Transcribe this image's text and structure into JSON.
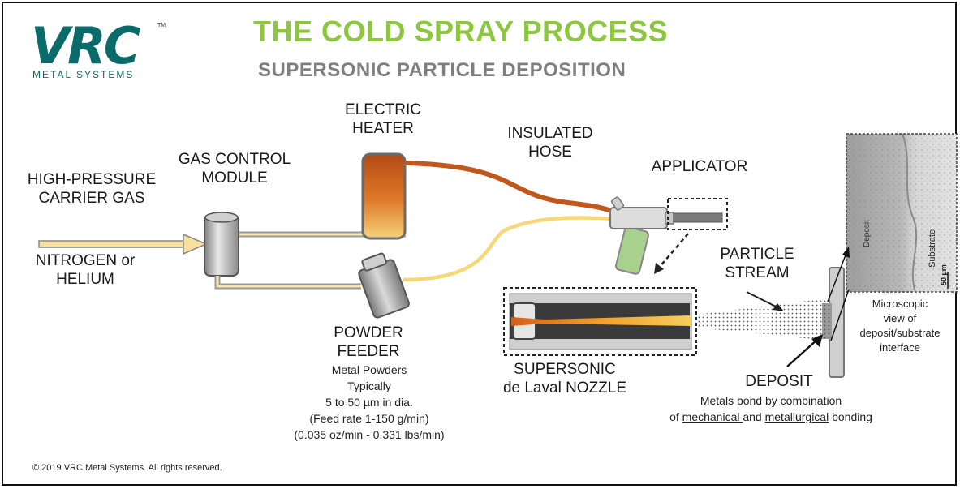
{
  "header": {
    "title": "THE COLD SPRAY PROCESS",
    "subtitle": "SUPERSONIC PARTICLE DEPOSITION"
  },
  "logo": {
    "text": "VRC",
    "trademark": "TM",
    "sub": "METAL SYSTEMS"
  },
  "labels": {
    "high_pressure_line1": "HIGH-PRESSURE",
    "high_pressure_line2": "CARRIER  GAS",
    "nitrogen_line1": "NITROGEN  or",
    "nitrogen_line2": "HELIUM",
    "gas_control_line1": "GAS CONTROL",
    "gas_control_line2": "MODULE",
    "heater_line1": "ELECTRIC",
    "heater_line2": "HEATER",
    "hose_line1": "INSULATED",
    "hose_line2": "HOSE",
    "applicator": "APPLICATOR",
    "powder_line1": "POWDER",
    "powder_line2": "FEEDER",
    "powder_detail_1": "Metal Powders",
    "powder_detail_2": "Typically",
    "powder_detail_3": "5 to 50 µm in dia.",
    "powder_detail_4": "(Feed rate 1-150 g/min)",
    "powder_detail_5": "(0.035 oz/min  - 0.331 lbs/min)",
    "stream_line1": "PARTICLE",
    "stream_line2": "STREAM",
    "nozzle_line1": "SUPERSONIC",
    "nozzle_line2": "de Laval  NOZZLE",
    "deposit": "DEPOSIT",
    "deposit_detail_1": "Metals bond by combination",
    "deposit_detail_2a": "of ",
    "deposit_detail_2b": "mechanical ",
    "deposit_detail_2c": "and ",
    "deposit_detail_2d": "metallurgical",
    "deposit_detail_2e": " bonding",
    "micro_line1": "Microscopic",
    "micro_line2": "view of",
    "micro_line3": "deposit/substrate",
    "micro_line4": "interface",
    "micro_deposit": "Deposit",
    "micro_substrate": "Substrate",
    "micro_scale": "50 µm"
  },
  "footer": {
    "copyright": "© 2019 VRC Metal Systems.  All rights reserved."
  },
  "colors": {
    "title_green": "#8dc63f",
    "subtitle_gray": "#7f7f7f",
    "logo_teal": "#0b6b6b",
    "hose_orange": "#c0581e",
    "powder_line_yellow": "#f6d77a",
    "metal_gray": "#a6a6a6"
  }
}
